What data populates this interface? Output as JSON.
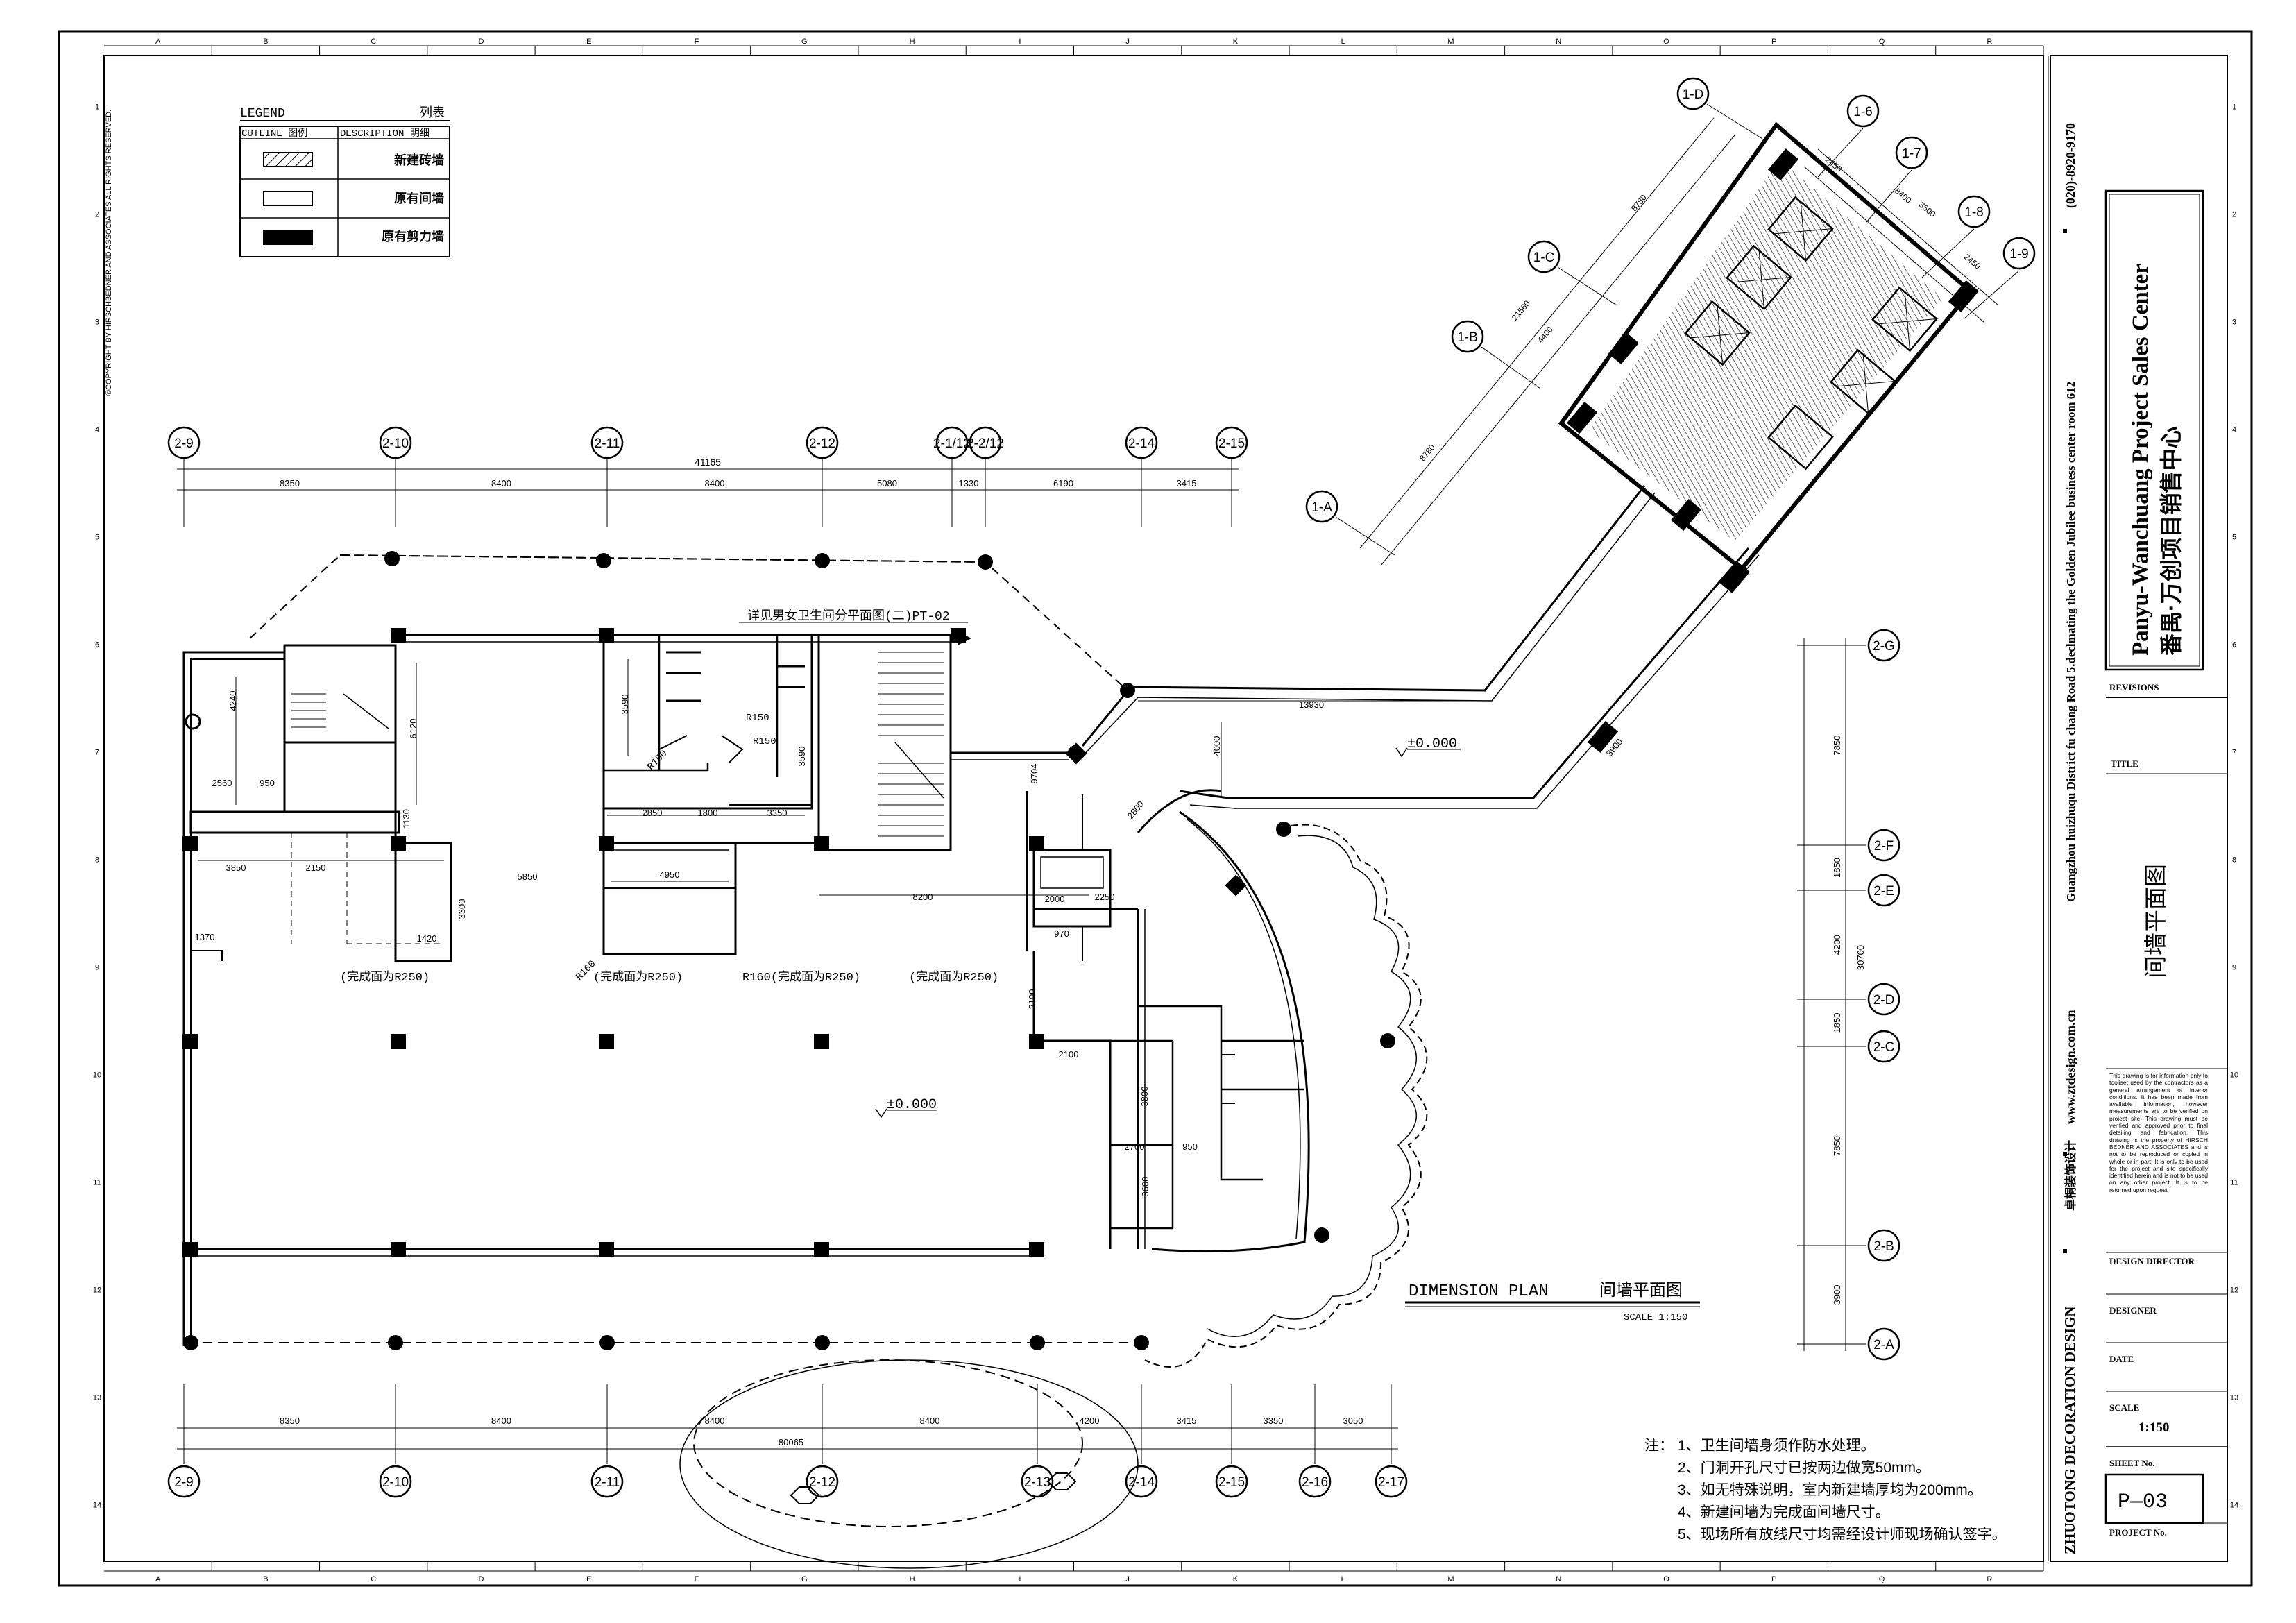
{
  "legend": {
    "title": "LEGEND",
    "title_cn": "列表",
    "col_outline": "CUTLINE 图例",
    "col_description": "DESCRIPTION 明细",
    "items": [
      {
        "label": "新建砖墙",
        "pattern": "hatched"
      },
      {
        "label": "原有间墙",
        "pattern": "outline"
      },
      {
        "label": "原有剪力墙",
        "pattern": "solid"
      }
    ]
  },
  "copyright": "©COPYRIGHT BY HIRSCHBEDNER AND ASSOCIATES ALL RIGHTS RESERVED.",
  "border": {
    "cols": [
      "A",
      "B",
      "C",
      "D",
      "E",
      "F",
      "G",
      "H",
      "I",
      "J",
      "K",
      "L",
      "M",
      "N",
      "O",
      "P",
      "Q",
      "R"
    ],
    "rows": [
      "1",
      "2",
      "3",
      "4",
      "5",
      "6",
      "7",
      "8",
      "9",
      "10",
      "11",
      "12",
      "13",
      "14"
    ]
  },
  "grid_top": {
    "labels": [
      "2-9",
      "2-10",
      "2-11",
      "2-12",
      "2-1/12",
      "2-2/12",
      "2-14",
      "2-15"
    ],
    "total": "41165",
    "dims": [
      "8350",
      "8400",
      "8400",
      "5080",
      "1330",
      "6190",
      "3415"
    ]
  },
  "grid_bottom": {
    "labels": [
      "2-9",
      "2-10",
      "2-11",
      "2-12",
      "2-13",
      "2-14",
      "2-15",
      "2-16",
      "2-17"
    ],
    "total": "80065",
    "dims": [
      "8350",
      "8400",
      "8400",
      "8400",
      "4200",
      "3415",
      "3350",
      "3050"
    ]
  },
  "grid_right": {
    "labels": [
      "2-G",
      "2-F",
      "2-E",
      "2-D",
      "2-C",
      "2-B",
      "2-A"
    ],
    "total": "30700",
    "dims": [
      "7850",
      "1850",
      "4200",
      "1850",
      "7850",
      "3900"
    ]
  },
  "grid_diag": {
    "labels": [
      "1-D",
      "1-C",
      "1-B",
      "1-A",
      "1-6",
      "1-7",
      "1-8",
      "1-9"
    ],
    "dims": [
      "8780",
      "21560",
      "4400",
      "8780",
      "2450",
      "8400",
      "3500",
      "2450"
    ]
  },
  "plan_dims": [
    "4240",
    "6120",
    "3590",
    "3590",
    "2560",
    "950",
    "1130",
    "3850",
    "2150",
    "5850",
    "4950",
    "8200",
    "2250",
    "1370",
    "1420",
    "3300",
    "2850",
    "1800",
    "3350",
    "2000",
    "970",
    "3100",
    "2100",
    "3800",
    "2700",
    "3600",
    "950",
    "13930",
    "4000",
    "3900",
    "2800",
    "9704"
  ],
  "plan_notes": {
    "level_1": "±0.000",
    "level_2": "±0.000",
    "level_3": "±0.000",
    "toilet_ref": "详见男女卫生间分平面图(二)PT-02",
    "finish_1": "(完成面为R250)",
    "finish_2": "(完成面为R250)",
    "finish_3": "R160(完成面为R250)",
    "finish_4": "(完成面为R250)",
    "r150_a": "R150",
    "r150_b": "R150",
    "r150_c": "R150",
    "r160_a": "R160"
  },
  "plan_title": {
    "en": "DIMENSION  PLAN",
    "cn": "间墙平面图",
    "scale": "SCALE  1:150"
  },
  "notes": {
    "lead": "注：",
    "items": [
      "1、卫生间墙身须作防水处理。",
      "2、门洞开孔尺寸已按两边做宽50mm。",
      "3、如无特殊说明，室内新建墙厚均为200mm。",
      "4、新建间墙为完成面间墙尺寸。",
      "5、现场所有放线尺寸均需经设计师现场确认签字。"
    ]
  },
  "company_strip": {
    "name": "ZHUOTONG DECORATION DESIGN",
    "name_cn": "卓桐装饰设计",
    "web": "www.ztdesign.com.cn",
    "address": "Guangzhou huizhuqu District fu chang Road 5.declmating the Golden Jubilee business center room 612",
    "phone": "(020)-8920-9170"
  },
  "title_block": {
    "project_en": "Panyu-Wanchuang Project Sales Center",
    "project_cn": "番禺·万创项目销售中心",
    "revisions": "REVISIONS",
    "title_label": "TITLE",
    "drawing_title": "间墙平面图",
    "disclaimer": "This drawing is for information only to tooliset used by the contractors as a general arrangement of interior conditions. It has been made from available information, however measurements are to be verified on project site. This drawing must be verified and approved prior to final detailing and fabrication. This drawing is the property of HIRSCH BEDNER AND ASSOCIATES and is not to be reproduced or copied in whole or in part. It is only to be used for the project and site specifically identified herein and is not to be used on any other project. It is to be returned upon request.",
    "design_director": "DESIGN DIRECTOR",
    "designer": "DESIGNER",
    "date": "DATE",
    "scale_label": "SCALE",
    "scale_value": "1:150",
    "sheet_label": "SHEET No.",
    "sheet_no": "P—03",
    "project_no": "PROJECT No."
  }
}
